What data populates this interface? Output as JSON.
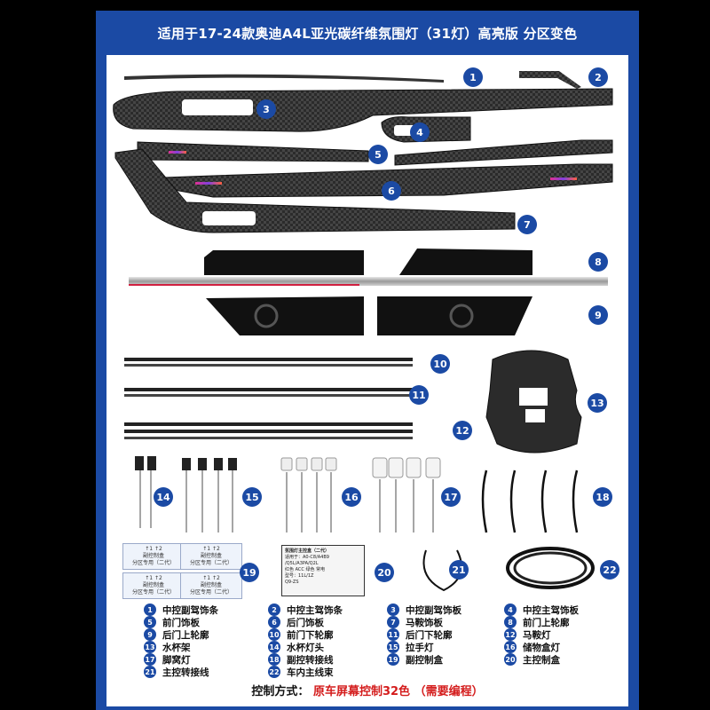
{
  "title": "适用于17-24款奥迪A4L亚光碳纤维氛围灯（31灯）高亮版 分区变色",
  "badges": [
    "1",
    "2",
    "3",
    "4",
    "5",
    "6",
    "7",
    "8",
    "9",
    "10",
    "11",
    "12",
    "13",
    "14",
    "15",
    "16",
    "17",
    "18",
    "19",
    "20",
    "21",
    "22"
  ],
  "legend": [
    {
      "num": "1",
      "label": "中控副驾饰条"
    },
    {
      "num": "2",
      "label": "中控主驾饰条"
    },
    {
      "num": "3",
      "label": "中控副驾饰板"
    },
    {
      "num": "4",
      "label": "中控主驾饰板"
    },
    {
      "num": "5",
      "label": "前门饰板"
    },
    {
      "num": "6",
      "label": "后门饰板"
    },
    {
      "num": "7",
      "label": "马鞍饰板"
    },
    {
      "num": "8",
      "label": "前门上轮廓"
    },
    {
      "num": "9",
      "label": "后门上轮廓"
    },
    {
      "num": "10",
      "label": "前门下轮廓"
    },
    {
      "num": "11",
      "label": "后门下轮廓"
    },
    {
      "num": "12",
      "label": "马鞍灯"
    },
    {
      "num": "13",
      "label": "水杯架"
    },
    {
      "num": "14",
      "label": "水杯灯头"
    },
    {
      "num": "15",
      "label": "拉手灯"
    },
    {
      "num": "16",
      "label": "储物盒灯"
    },
    {
      "num": "17",
      "label": "脚窝灯"
    },
    {
      "num": "18",
      "label": "副控转接线"
    },
    {
      "num": "19",
      "label": "副控制盒"
    },
    {
      "num": "20",
      "label": "主控制盒"
    },
    {
      "num": "21",
      "label": "主控转接线"
    },
    {
      "num": "22",
      "label": "车内主线束"
    }
  ],
  "cards": [
    {
      "line1": "↑1 ↑2",
      "line2": "副控制盒",
      "line3": "分区专用（二代）"
    },
    {
      "line1": "↑1 ↑2",
      "line2": "副控制盒",
      "line3": "分区专用（二代）"
    },
    {
      "line1": "↑1 ↑2",
      "line2": "副控制盒",
      "line3": "分区专用（二代）"
    },
    {
      "line1": "↑1 ↑2",
      "line2": "副控制盒",
      "line3": "分区专用（二代）"
    }
  ],
  "controller": {
    "title": "氛围灯主控盒（二代）",
    "l1": "适用于：A0-C8/A4B9",
    "l2": "/Q5L/A3PA/Q2L",
    "l3": "红色 ACC  绿色 常电",
    "l4": "型号：11L/1Z",
    "l5": "Q9-ZS"
  },
  "footer": {
    "label": "控制方式：",
    "value": "原车屏幕控制32色",
    "note": "（需要编程）"
  },
  "colors": {
    "frame": "#1b4aa4",
    "accent_red": "#d41c1c"
  }
}
